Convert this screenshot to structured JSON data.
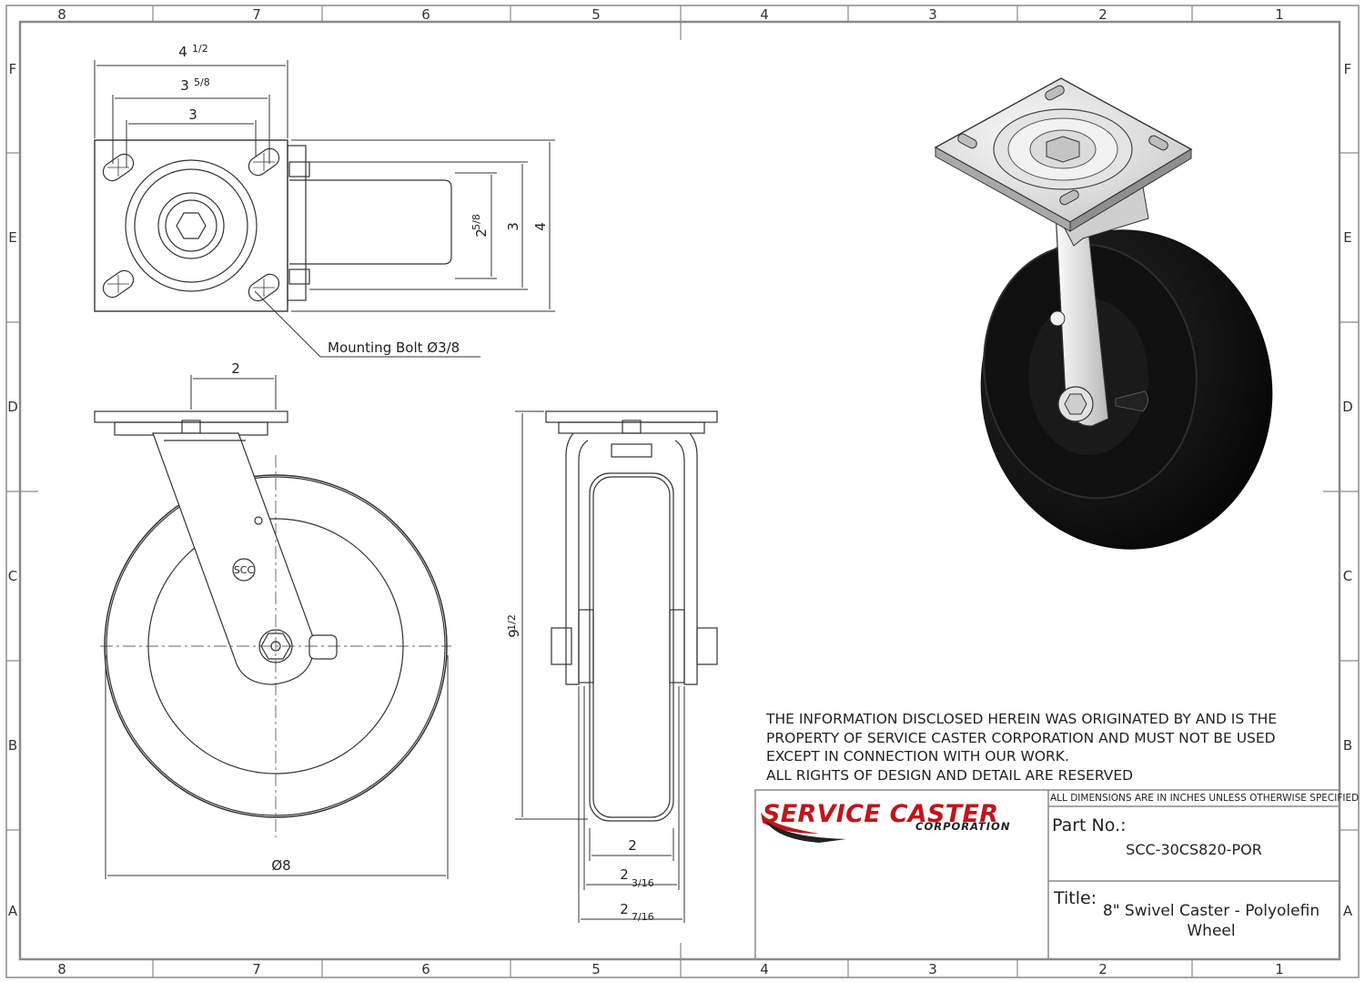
{
  "zones": {
    "columns": [
      "8",
      "7",
      "6",
      "5",
      "4",
      "3",
      "2",
      "1"
    ],
    "rows": [
      "F",
      "E",
      "D",
      "C",
      "B",
      "A"
    ]
  },
  "top_view": {
    "dim_overall_width": "4",
    "dim_overall_width_frac": "1/2",
    "dim_bolt_outer": "3",
    "dim_bolt_outer_frac": "5/8",
    "dim_bolt_inner": "3",
    "dim_slot": "2",
    "dim_slot_frac": "5/8",
    "dim_height_3": "3",
    "dim_height_4": "4",
    "mounting_bolt_label": "Mounting Bolt",
    "mounting_bolt_value": "Ø3/8"
  },
  "side_view": {
    "dim_offset": "2",
    "dim_wheel_dia": "Ø8",
    "scc_badge": "SCC"
  },
  "front_view": {
    "dim_height": "9",
    "dim_height_frac": "1/2",
    "dim_tread": "2",
    "dim_hub": "2",
    "dim_hub_frac": "3/16",
    "dim_leg": "2",
    "dim_leg_frac": "7/16"
  },
  "notice": {
    "lines": [
      "THE INFORMATION DISCLOSED HEREIN WAS ORIGINATED BY AND IS THE",
      "PROPERTY OF SERVICE CASTER CORPORATION AND MUST NOT BE USED",
      "EXCEPT IN CONNECTION WITH OUR WORK.",
      "ALL RIGHTS OF DESIGN AND DETAIL ARE RESERVED"
    ]
  },
  "title_block": {
    "logo_main": "SERVICE CASTER",
    "logo_sub": "CORPORATION",
    "dimensions_note": "ALL DIMENSIONS ARE IN INCHES UNLESS OTHERWISE SPECIFIED",
    "part_no_label": "Part No.:",
    "part_no": "SCC-30CS820-POR",
    "title_label": "Title:",
    "title_line1": "8\" Swivel Caster - Polyolefin",
    "title_line2": "Wheel"
  },
  "colors": {
    "line": "#333333",
    "border": "#8a8a8a",
    "wheel_black": "#0d0d0d",
    "plate_silver": "#d9d9d9",
    "brand_red": "#c0151b"
  }
}
